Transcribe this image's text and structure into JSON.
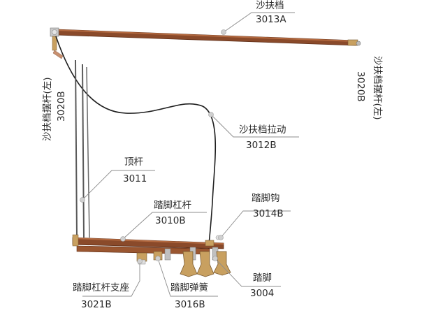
{
  "callouts": [
    {
      "id": "damper-rail",
      "name": "沙扶档",
      "code": "3013A"
    },
    {
      "id": "damper-lever-left-a",
      "name": "沙扶档摆杆(左)",
      "code": "3020B"
    },
    {
      "id": "damper-lever-left-b",
      "name": "沙扶档摆杆(左)",
      "code": "3020B"
    },
    {
      "id": "damper-pull-wire",
      "name": "沙扶档拉动",
      "code": "3012B"
    },
    {
      "id": "push-rod",
      "name": "顶杆",
      "code": "3011"
    },
    {
      "id": "pedal-lever",
      "name": "踏脚杠杆",
      "code": "3010B"
    },
    {
      "id": "pedal-hook",
      "name": "踏脚钩",
      "code": "3014B"
    },
    {
      "id": "pedal-lever-bracket",
      "name": "踏脚杠杆支座",
      "code": "3021B"
    },
    {
      "id": "pedal-spring",
      "name": "踏脚弹簧",
      "code": "3016B"
    },
    {
      "id": "pedal",
      "name": "踏脚",
      "code": "3004"
    }
  ],
  "colors": {
    "wood": "#8a4a2a",
    "wood_dark": "#5e2e18",
    "wood_light": "#b46a40",
    "wire": "#1e1e1e",
    "rod": "#5a5a5a",
    "brass": "#c8a060",
    "leader": "#8c8c8c",
    "dot": "#d0d0d0"
  }
}
